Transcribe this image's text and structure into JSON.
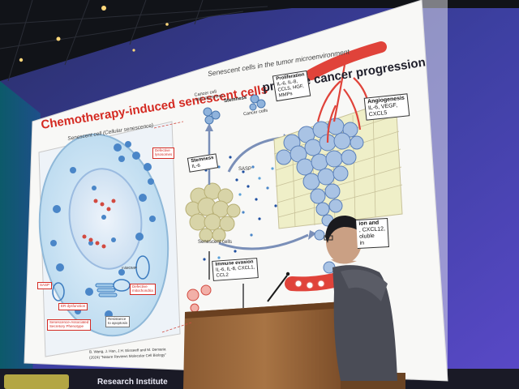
{
  "slide": {
    "title_red": "Chemotherapy-induced senescent cells",
    "title_dark": "promote cancer progression",
    "subtitle_right": "Senescent cells in the tumor microenvironment",
    "subtitle_left": "Senescent cell (Cellular senescence)",
    "labels": {
      "cancer_cell_stemness": "Cancer cell\nwith stemness",
      "stemness_top": "Stemness",
      "cancer_cells": "Cancer cells",
      "stemness_il6_title": "Stemness",
      "stemness_il6_detail": "IL-6",
      "sasp": "SASP",
      "senescent_cells": "Senescent cells",
      "proliferation_title": "Proliferation",
      "proliferation_detail": "IL-6, IL-8,\nCCL5, HGF,\nMMPs",
      "angiogenesis_title": "Angiogenesis",
      "angiogenesis_detail": "IL-6, VEGF,\nCXCL5",
      "immune_title": "Immune evasion",
      "immune_detail": "IL-6, IL-8, CXCL1,\nCCL2",
      "invasion_title": "ion and",
      "invasion_detail": ", CXCL12,\noluble\nin",
      "defective_lysosomes": "Defective\nlysosomes",
      "defective_mitochondria": "Defective\nmitochondria",
      "er_dysfunction": "ER dysfunction",
      "resistance_apoptosis": "Resistance\nto apoptosis",
      "sasp_phenotype": "Senescence-Associated\nSecretory Phenotype",
      "mitomp": "miMOMP",
      "sasp_side": "SASP",
      "citation_line1": "B. Wang, J. Han, J.H. Elisseeff and M. Demaria",
      "citation_line2": "(2024) \"Nature Reviews Molecular Cell Biology\"",
      "footer": "Research Institute"
    }
  },
  "colors": {
    "red_title": "#d42a22",
    "cell_blue": "#5a8fd0",
    "senescent_beige": "#d8d4a8",
    "vessel_red": "#e0433a",
    "stage_purple": "#3a2d8c"
  },
  "icons": [
    "ceiling-light-icon",
    "podium-microphone-icon"
  ]
}
